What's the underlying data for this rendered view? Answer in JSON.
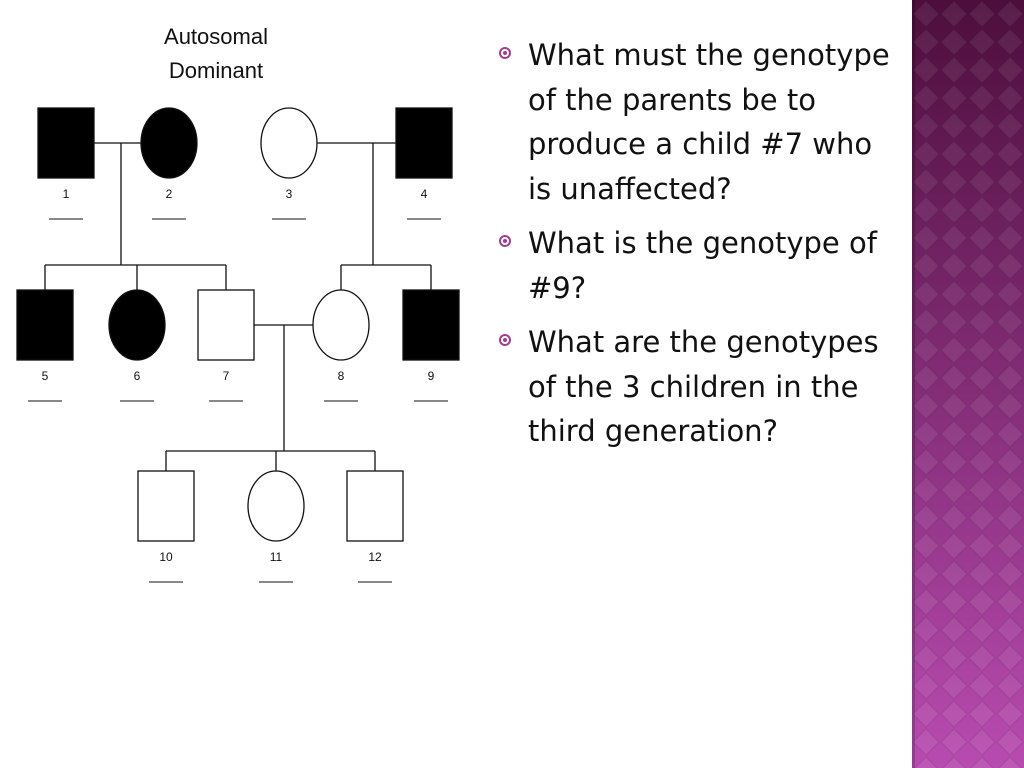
{
  "colors": {
    "accent": "#a33a93",
    "band_top": "#4d0e3c",
    "band_bottom": "#b84bb0"
  },
  "diagram": {
    "title_line1": "Autosomal",
    "title_line2": "Dominant",
    "individuals": [
      {
        "id": "1",
        "sex": "male",
        "affected": true
      },
      {
        "id": "2",
        "sex": "female",
        "affected": true
      },
      {
        "id": "3",
        "sex": "female",
        "affected": false
      },
      {
        "id": "4",
        "sex": "male",
        "affected": true
      },
      {
        "id": "5",
        "sex": "male",
        "affected": true
      },
      {
        "id": "6",
        "sex": "female",
        "affected": true
      },
      {
        "id": "7",
        "sex": "male",
        "affected": false
      },
      {
        "id": "8",
        "sex": "female",
        "affected": false
      },
      {
        "id": "9",
        "sex": "male",
        "affected": true
      },
      {
        "id": "10",
        "sex": "male",
        "affected": false
      },
      {
        "id": "11",
        "sex": "female",
        "affected": false
      },
      {
        "id": "12",
        "sex": "male",
        "affected": false
      }
    ],
    "matings": [
      {
        "parents": [
          "1",
          "2"
        ],
        "children": [
          "5",
          "6",
          "7"
        ]
      },
      {
        "parents": [
          "3",
          "4"
        ],
        "children": [
          "8",
          "9"
        ]
      },
      {
        "parents": [
          "7",
          "8"
        ],
        "children": [
          "10",
          "11",
          "12"
        ]
      }
    ]
  },
  "questions": [
    "What must the genotype of the parents be to produce a child #7 who is unaffected?",
    "What is the genotype of #9?",
    "What are the genotypes of the 3 children in the third generation?"
  ]
}
